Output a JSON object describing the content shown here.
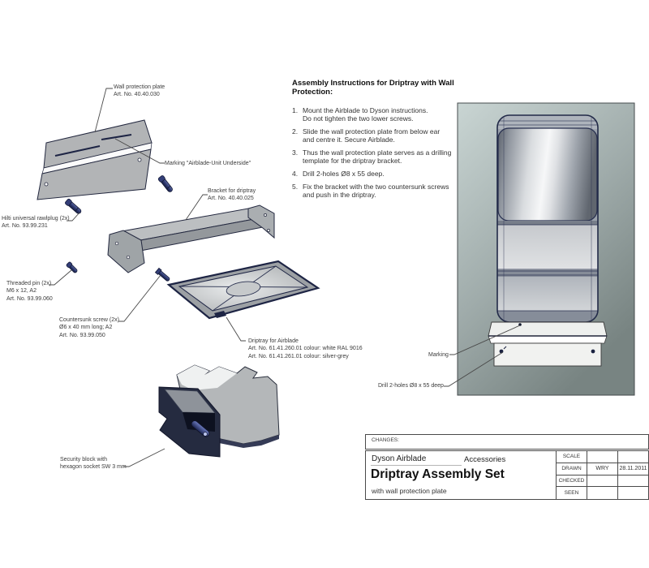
{
  "instructions": {
    "title": "Assembly Instructions for Driptray with Wall Protection:",
    "steps": [
      {
        "num": "1.",
        "lines": [
          "Mount the Airblade to Dyson instructions.",
          "Do not tighten the two lower screws."
        ]
      },
      {
        "num": "2.",
        "lines": [
          "Slide the wall protection plate from below ear",
          "and centre it. Secure Airblade."
        ]
      },
      {
        "num": "3.",
        "lines": [
          "Thus the wall protection plate serves as a drilling",
          "template for the driptray bracket."
        ]
      },
      {
        "num": "4.",
        "lines": [
          "Drill 2-holes Ø8 x 55 deep."
        ]
      },
      {
        "num": "5.",
        "lines": [
          "Fix the bracket with the two countersunk screws",
          "and push in the driptray."
        ]
      }
    ]
  },
  "part_labels": {
    "wall_plate": {
      "lines": [
        "Wall protection plate",
        "Art. No. 40.40.030"
      ]
    },
    "marking_underside": {
      "lines": [
        "Marking \"Airblade-Unit Underside\""
      ]
    },
    "bracket": {
      "lines": [
        "Bracket for driptray",
        "Art. No. 40.40.025"
      ]
    },
    "rawlplug": {
      "lines": [
        "Hilti universal rawlplug (2x)",
        "Art. No. 93.99.231"
      ]
    },
    "threaded_pin": {
      "lines": [
        "Threaded pin (2x)",
        "M6 x 12, A2",
        "Art. No. 93.99.060"
      ]
    },
    "countersunk_screw": {
      "lines": [
        "Countersunk screw (2x)",
        "Ø6 x 40 mm long; A2",
        "Art. No. 93.99.050"
      ]
    },
    "driptray": {
      "lines": [
        "Driptray for Airblade",
        "Art. No. 61.41.260.01 colour: white RAL 9016",
        "Art. No. 61.41.261.01 colour: silver-grey"
      ]
    },
    "security_block": {
      "lines": [
        "Security block with",
        "hexagon socket SW 3 mm"
      ]
    },
    "marking_render": {
      "lines": [
        "Marking"
      ]
    },
    "drill_render": {
      "lines": [
        "Drill 2-holes Ø8 x 55 deep"
      ]
    }
  },
  "title_block": {
    "changes_label": "CHANGES:",
    "company": "Dyson Airblade",
    "category": "Accessories",
    "title": "Driptray Assembly Set",
    "subtitle": "with wall protection plate",
    "rows": [
      {
        "label": "SCALE",
        "value": "",
        "date": ""
      },
      {
        "label": "DRAWN",
        "value": "WRY",
        "date": "28.11.2011"
      },
      {
        "label": "CHECKED",
        "value": "",
        "date": ""
      },
      {
        "label": "SEEN",
        "value": "",
        "date": ""
      }
    ]
  },
  "colors": {
    "sheet_background": "#ffffff",
    "outline_navy": "#23283f",
    "part_gray": "#b2b4b6",
    "screw_navy": "#2b356a",
    "wall_panel_light": "#c9d5d3",
    "wall_panel_dark": "#788482",
    "label_text": "#3b3b3b"
  }
}
